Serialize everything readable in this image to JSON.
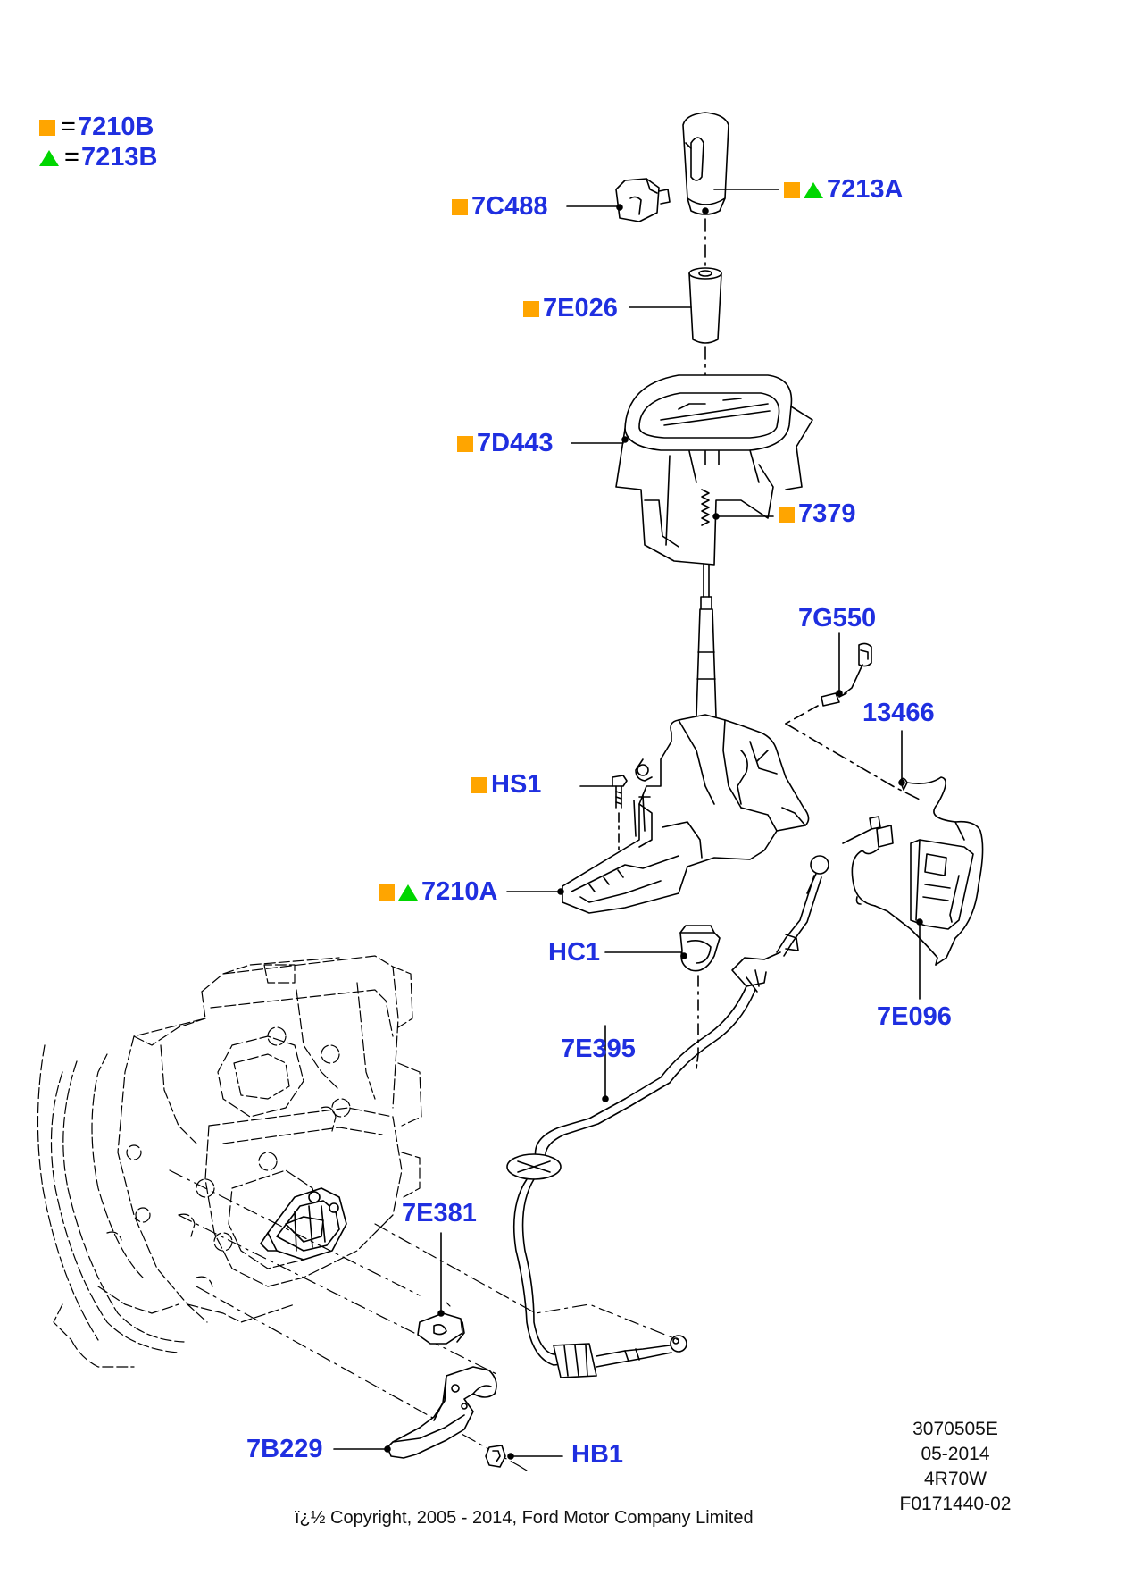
{
  "legend": [
    {
      "marker": "square",
      "code": "7210B"
    },
    {
      "marker": "triangle",
      "code": "7213B"
    }
  ],
  "parts": [
    {
      "id": "7213A",
      "markers": [
        "square",
        "triangle"
      ]
    },
    {
      "id": "7C488",
      "markers": [
        "square"
      ]
    },
    {
      "id": "7E026",
      "markers": [
        "square"
      ]
    },
    {
      "id": "7D443",
      "markers": [
        "square"
      ]
    },
    {
      "id": "7379",
      "markers": [
        "square"
      ]
    },
    {
      "id": "7G550",
      "markers": []
    },
    {
      "id": "13466",
      "markers": []
    },
    {
      "id": "HS1",
      "markers": [
        "square"
      ]
    },
    {
      "id": "7210A",
      "markers": [
        "square",
        "triangle"
      ]
    },
    {
      "id": "HC1",
      "markers": []
    },
    {
      "id": "7E096",
      "markers": []
    },
    {
      "id": "7E395",
      "markers": []
    },
    {
      "id": "7E381",
      "markers": []
    },
    {
      "id": "7B229",
      "markers": []
    },
    {
      "id": "HB1",
      "markers": []
    }
  ],
  "colors": {
    "label": "#1f2fe0",
    "square_marker": "#ffa500",
    "triangle_marker": "#00d600"
  },
  "meta": {
    "line1": "3070505E",
    "line2": "05-2014",
    "line3": "4R70W",
    "line4": "F0171440-02"
  },
  "copyright": "ï¿½ Copyright, 2005 - 2014, Ford Motor Company Limited"
}
